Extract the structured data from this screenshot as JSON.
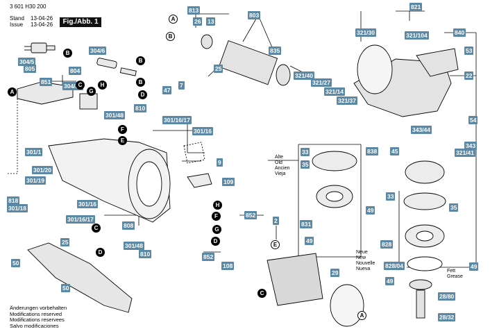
{
  "header": {
    "doc_number": "3 601 H30 200",
    "stand_label": "Stand",
    "stand_date": "13-04-26",
    "issue_label": "Issue",
    "issue_date": "13-04-26",
    "figure_label": "Fig./Abb. 1"
  },
  "colors": {
    "tag_bg": "#5b88a5",
    "line": "#000000",
    "part_fill": "#e9e9e9"
  },
  "parts": [
    {
      "id": "p813",
      "label": "813"
    },
    {
      "id": "p26",
      "label": "26"
    },
    {
      "id": "p13",
      "label": "13"
    },
    {
      "id": "p803",
      "label": "803"
    },
    {
      "id": "p821",
      "label": "821"
    },
    {
      "id": "p321_30",
      "label": "321/30"
    },
    {
      "id": "p321_104",
      "label": "321/104"
    },
    {
      "id": "p840",
      "label": "840"
    },
    {
      "id": "p304_5",
      "label": "304/5"
    },
    {
      "id": "p805",
      "label": "805"
    },
    {
      "id": "p304_6",
      "label": "304/6"
    },
    {
      "id": "p835",
      "label": "835"
    },
    {
      "id": "p53",
      "label": "53"
    },
    {
      "id": "p804",
      "label": "804"
    },
    {
      "id": "p851",
      "label": "851"
    },
    {
      "id": "p304_56",
      "label": "304/56"
    },
    {
      "id": "p25a",
      "label": "25"
    },
    {
      "id": "p22",
      "label": "22"
    },
    {
      "id": "p321_40",
      "label": "321/40"
    },
    {
      "id": "p321_27",
      "label": "321/27"
    },
    {
      "id": "p321_14",
      "label": "321/14"
    },
    {
      "id": "p47",
      "label": "47"
    },
    {
      "id": "p7",
      "label": "7"
    },
    {
      "id": "p321_37",
      "label": "321/37"
    },
    {
      "id": "p810a",
      "label": "810"
    },
    {
      "id": "p301_48a",
      "label": "301/48"
    },
    {
      "id": "p301_16_17a",
      "label": "301/16/17"
    },
    {
      "id": "p301_16a",
      "label": "301/16"
    },
    {
      "id": "p343_44",
      "label": "343/44"
    },
    {
      "id": "p54",
      "label": "54"
    },
    {
      "id": "p343",
      "label": "343"
    },
    {
      "id": "p838",
      "label": "838"
    },
    {
      "id": "p45",
      "label": "45"
    },
    {
      "id": "p321_41",
      "label": "321/41"
    },
    {
      "id": "p301_1",
      "label": "301/1"
    },
    {
      "id": "p33a",
      "label": "33"
    },
    {
      "id": "p35a",
      "label": "35"
    },
    {
      "id": "p9",
      "label": "9"
    },
    {
      "id": "p301_20",
      "label": "301/20"
    },
    {
      "id": "p301_19",
      "label": "301/19"
    },
    {
      "id": "p109",
      "label": "109"
    },
    {
      "id": "p818",
      "label": "818"
    },
    {
      "id": "p301_18",
      "label": "301/18"
    },
    {
      "id": "p852a",
      "label": "852"
    },
    {
      "id": "p301_16b",
      "label": "301/16"
    },
    {
      "id": "p301_16_17b",
      "label": "301/16/17"
    },
    {
      "id": "p808",
      "label": "808"
    },
    {
      "id": "p2",
      "label": "2"
    },
    {
      "id": "p49a",
      "label": "49"
    },
    {
      "id": "p33b",
      "label": "33"
    },
    {
      "id": "p35b",
      "label": "35"
    },
    {
      "id": "p831",
      "label": "831"
    },
    {
      "id": "p301_48b",
      "label": "301/48"
    },
    {
      "id": "p810b",
      "label": "810"
    },
    {
      "id": "p25b",
      "label": "25"
    },
    {
      "id": "p49b",
      "label": "49"
    },
    {
      "id": "p828",
      "label": "828"
    },
    {
      "id": "p828_04",
      "label": "828/04"
    },
    {
      "id": "p852b",
      "label": "852"
    },
    {
      "id": "p108",
      "label": "108"
    },
    {
      "id": "p50a",
      "label": "50"
    },
    {
      "id": "p29",
      "label": "29"
    },
    {
      "id": "p49c",
      "label": "49"
    },
    {
      "id": "p49d",
      "label": "49"
    },
    {
      "id": "p50b",
      "label": "50"
    },
    {
      "id": "p28_80",
      "label": "28/80"
    },
    {
      "id": "p28_32",
      "label": "28/32"
    }
  ],
  "callouts": [
    {
      "id": "cA1",
      "letter": "A",
      "style": "white"
    },
    {
      "id": "cA2",
      "letter": "A",
      "style": "black"
    },
    {
      "id": "cA3",
      "letter": "A",
      "style": "white"
    },
    {
      "id": "cB1",
      "letter": "B",
      "style": "black"
    },
    {
      "id": "cB2",
      "letter": "B",
      "style": "black"
    },
    {
      "id": "cB3",
      "letter": "B",
      "style": "black"
    },
    {
      "id": "cB4",
      "letter": "B",
      "style": "white"
    },
    {
      "id": "cC1",
      "letter": "C",
      "style": "black"
    },
    {
      "id": "cC2",
      "letter": "C",
      "style": "black"
    },
    {
      "id": "cC3",
      "letter": "C",
      "style": "black"
    },
    {
      "id": "cD1",
      "letter": "D",
      "style": "black"
    },
    {
      "id": "cD2",
      "letter": "D",
      "style": "black"
    },
    {
      "id": "cD3",
      "letter": "D",
      "style": "black"
    },
    {
      "id": "cE1",
      "letter": "E",
      "style": "black"
    },
    {
      "id": "cE2",
      "letter": "E",
      "style": "white"
    },
    {
      "id": "cF1",
      "letter": "F",
      "style": "black"
    },
    {
      "id": "cF2",
      "letter": "F",
      "style": "black"
    },
    {
      "id": "cG1",
      "letter": "G",
      "style": "black"
    },
    {
      "id": "cG2",
      "letter": "G",
      "style": "black"
    },
    {
      "id": "cH1",
      "letter": "H",
      "style": "black"
    },
    {
      "id": "cH2",
      "letter": "H",
      "style": "black"
    }
  ],
  "legend_old": [
    "Alte",
    "Old",
    "Ancien",
    "Vieja"
  ],
  "legend_new": [
    "Neue",
    "New",
    "Nouvelle",
    "Nueva"
  ],
  "legend_grease": [
    "Fett",
    "Grease"
  ],
  "disclaimer": [
    "Änderungen vorbehalten",
    "Modifications reserved",
    "Modifications reservees",
    "Salvo modificaciones"
  ]
}
